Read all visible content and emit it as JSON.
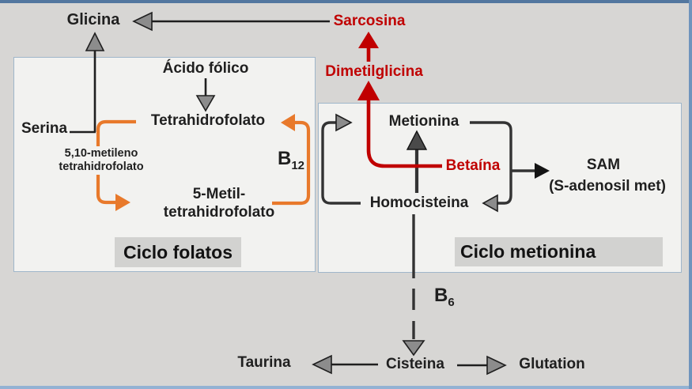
{
  "colors": {
    "ink": "#1f1f1f",
    "dark": "#333333",
    "red": "#c00000",
    "orange": "#e8792b",
    "grayfill": "#8c8c8c",
    "bg": "#d7d6d4",
    "box-bg": "#f2f2f0",
    "box-border": "#9fb6ca",
    "label-bg": "#d2d2d0",
    "frame-top": "#53779f",
    "frame-bottom": "#93b2d3",
    "frame-right": "#6f94bd"
  },
  "cycles": {
    "folate": {
      "label": "Ciclo folatos"
    },
    "methionine": {
      "label": "Ciclo metionina"
    }
  },
  "nodes": {
    "glicina": "Glicina",
    "sarcosina": "Sarcosina",
    "dimetilglicina": "Dimetilglicina",
    "acido_folico": "Ácido fólico",
    "tetrahidrofolato": "Tetrahidrofolato",
    "serina": "Serina",
    "metileno_l1": "5,10-metileno",
    "metileno_l2": "tetrahidrofolato",
    "metil_l1": "5-Metil-",
    "metil_l2": "tetrahidrofolato",
    "metionina": "Metionina",
    "betaina": "Betaína",
    "homocisteina": "Homocisteina",
    "sam": "SAM",
    "sam_sub": "(S-adenosil met)",
    "cisteina": "Cisteina",
    "taurina": "Taurina",
    "glutation": "Glutation"
  },
  "cofactors": {
    "b12": {
      "base": "B",
      "sub": "12"
    },
    "b6": {
      "base": "B",
      "sub": "6"
    }
  }
}
